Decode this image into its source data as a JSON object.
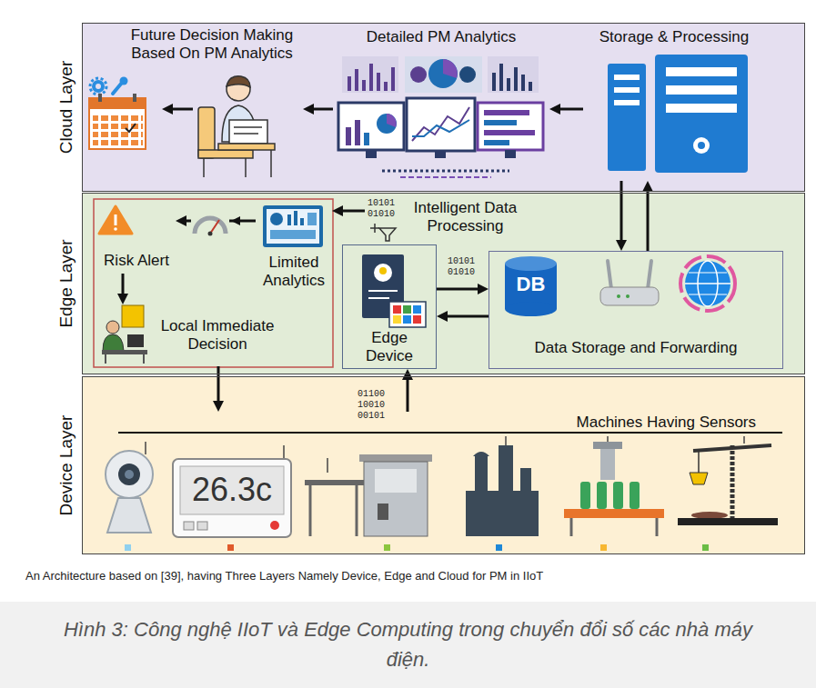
{
  "diagram": {
    "caption": "Hình 3: Công nghệ IIoT và Edge Computing trong chuyển đổi số các nhà máy điện.",
    "nodes": [
      {
        "text": [
          "Cloud Layer"
        ]
      },
      {
        "text": [
          "Future Decision Making Based On PM Analytics"
        ],
        "in": 0
      },
      {
        "text": [
          "Detailed PM Analytics"
        ],
        "in": 0
      },
      {
        "text": [
          "Storage & Processing"
        ],
        "in": 0
      },
      {
        "text": [
          "Edge Layer"
        ]
      },
      {
        "text": [
          "Intelligent Data Processing"
        ],
        "in": 4
      },
      {
        "text": [
          "Risk Alert"
        ],
        "in": 4
      },
      {
        "text": [
          "Limited Analytics"
        ],
        "in": 4
      },
      {
        "text": [
          "Local Immediate Decision"
        ],
        "in": 4
      },
      {
        "text": [
          "Edge Device"
        ],
        "in": 4
      },
      {
        "text": [
          "Data Storage and Forwarding"
        ],
        "in": 4
      },
      {
        "text": [
          "Device Layer"
        ]
      },
      {
        "text": [
          "Machines Having Sensors"
        ],
        "in": 11
      }
    ],
    "edges": [
      {
        "from": 3,
        "to": 2,
        "arrow": "to"
      },
      {
        "from": 2,
        "to": 1,
        "arrow": "to"
      },
      {
        "from": 3,
        "to": 10,
        "arrow": "to"
      },
      {
        "from": 10,
        "to": 3,
        "arrow": "to"
      },
      {
        "from": 5,
        "to": 7,
        "arrow": "to"
      },
      {
        "from": 7,
        "to": 6,
        "arrow": "to"
      },
      {
        "from": 6,
        "to": 8,
        "arrow": "to"
      },
      {
        "from": 9,
        "to": 10,
        "arrow": "to"
      },
      {
        "from": 10,
        "to": 9,
        "arrow": "to"
      },
      {
        "from": 8,
        "to": 12,
        "arrow": "to"
      },
      {
        "from": 12,
        "to": 9,
        "arrow": "to"
      }
    ],
    "labels": [
      "10101 01010",
      "10101 01010",
      "01100 10010 00101",
      "DB",
      "26.3c",
      "An Architecture based on [39], having Three Layers Namely Device, Edge and Cloud for PM in IIoT"
    ]
  }
}
